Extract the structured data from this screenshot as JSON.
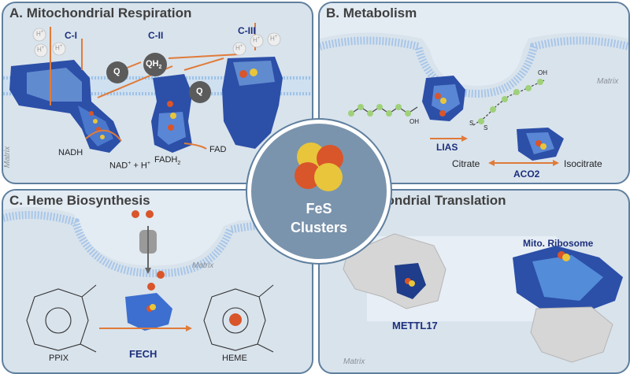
{
  "panels": {
    "a": {
      "title": "A. Mitochondrial Respiration",
      "complexes": [
        "C-I",
        "C-II",
        "C-III"
      ],
      "quinone": "Q",
      "quinol": "QH",
      "quinol_sub": "2",
      "nadh": "NADH",
      "nad_plus": "NAD",
      "nad_rest": " + H",
      "fadh": "FADH",
      "fadh_sub": "2",
      "fad": "FAD",
      "proton": "H",
      "matrix": "Matrix"
    },
    "b": {
      "title": "B. Metabolism",
      "matrix": "Matrix",
      "enzyme_lias": "LIAS",
      "enzyme_aco2": "ACO2",
      "citrate": "Citrate",
      "isocitrate": "Isocitrate",
      "oh_label": "OH",
      "s_label": "S"
    },
    "c": {
      "title": "C. Heme Biosynthesis",
      "matrix": "Matrix",
      "ppix": "PPIX",
      "fech": "FECH",
      "heme": "HEME"
    },
    "d": {
      "title": "D. Mitochondrial Translation",
      "mito_ribosome": "Mito. Ribosome",
      "mettl17": "METTL17",
      "matrix": "Matrix"
    }
  },
  "center": {
    "line1": "FeS",
    "line2": "Clusters"
  },
  "colors": {
    "panel_bg": "#d9e3ec",
    "panel_border": "#5f7f9e",
    "protein_dark": "#1f3d8a",
    "protein_light": "#4f8fe0",
    "arrow_orange": "#e07b39",
    "iron_orange": "#d9552a",
    "sulfur_yellow": "#e8c53a",
    "quinone_gray": "#5b5b5b",
    "enzyme_label": "#1c2f7c"
  }
}
